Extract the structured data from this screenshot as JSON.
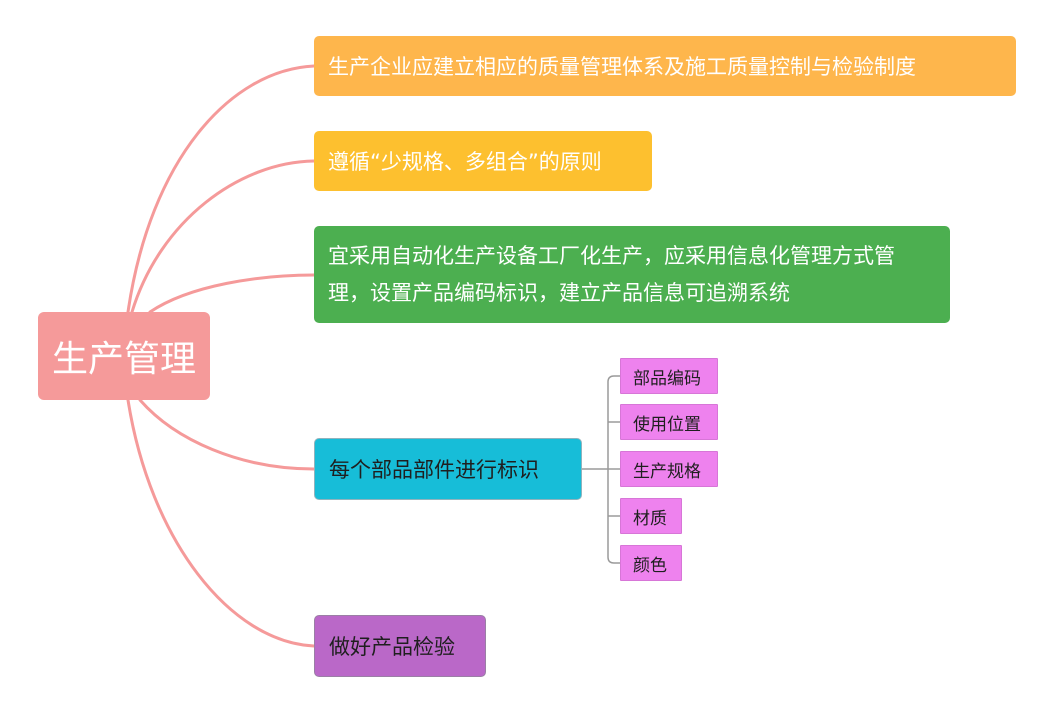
{
  "mindmap": {
    "root": "生产管理",
    "branches": [
      {
        "text": "生产企业应建立相应的质量管理体系及施工质量控制与检验制度"
      },
      {
        "text": "遵循“少规格、多组合”的原则"
      },
      {
        "text": "宜采用自动化生产设备工厂化生产，应采用信息化管理方式管理，设置产品编码标识，建立产品信息可追溯系统"
      },
      {
        "text": "每个部品部件进行标识"
      },
      {
        "text": "做好产品检验"
      }
    ],
    "identification_children": [
      "部品编码",
      "使用位置",
      "生产规格",
      "材质",
      "颜色"
    ]
  },
  "colors": {
    "root": "#f59a9a",
    "link": "#f59a9a",
    "sub_link": "#9a9a9a",
    "branch1": "#feb64c",
    "branch2": "#fdc02f",
    "branch3": "#4caf50",
    "branch4": "#17bdd8",
    "branch5": "#ba68c8",
    "leaf": "#ee82ee"
  }
}
